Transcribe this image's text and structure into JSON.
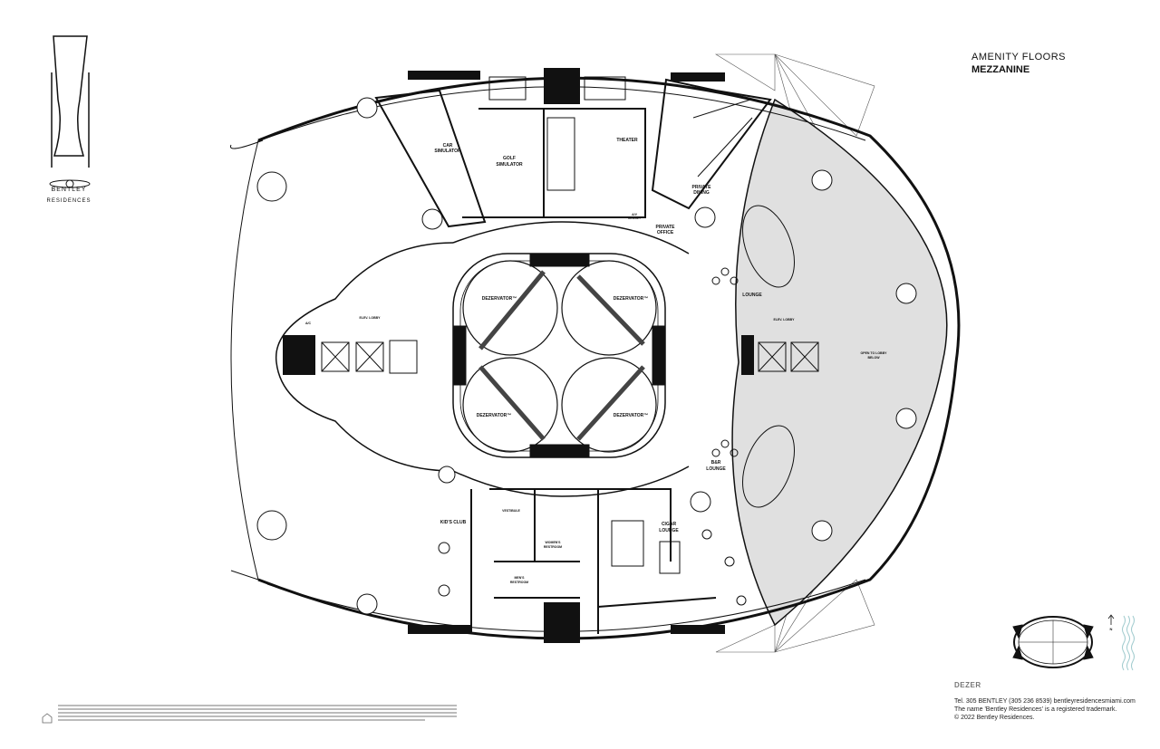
{
  "header": {
    "section": "AMENITY FLOORS",
    "floor": "MEZZANINE"
  },
  "brand": {
    "name": "BENTLEY",
    "sub": "RESIDENCES"
  },
  "rooms": {
    "car_simulator": [
      "CAR",
      "SIMULATOR"
    ],
    "golf_simulator": [
      "GOLF",
      "SIMULATOR"
    ],
    "theater": "THEATER",
    "private_dining": [
      "PRIVATE",
      "DINING"
    ],
    "av_closet": [
      "A/V",
      "CLOSET"
    ],
    "private_office": [
      "PRIVATE",
      "OFFICE"
    ],
    "lounge": "LOUNGE",
    "elev_lobby_right": "ELEV. LOBBY",
    "elev_lobby_left": "ELEV. LOBBY",
    "ac": "A/C",
    "open_to_lobby": [
      "OPEN TO LOBBY",
      "BELOW"
    ],
    "bar_lounge": [
      "B&R",
      "LOUNGE"
    ],
    "cigar_lounge": [
      "CIGAR",
      "LOUNGE"
    ],
    "kids_club": "KID'S CLUB",
    "vestibule": "VESTIBULE",
    "womens_restroom": [
      "WOMEN'S",
      "RESTROOM"
    ],
    "mens_restroom": [
      "MEN'S",
      "RESTROOM"
    ],
    "dezervators": [
      "DEZERVATOR™",
      "DEZERVATOR™",
      "DEZERVATOR™",
      "DEZERVATOR™"
    ]
  },
  "key_plan": {
    "north": "N"
  },
  "footer": {
    "developer": "DEZER",
    "contact": "Tel. 305 BENTLEY (305 236 8539)  bentleyresidencesmiami.com",
    "trademark": "The name 'Bentley Residences' is a registered trademark.",
    "copyright": "© 2022 Bentley Residences."
  },
  "colors": {
    "line": "#111111",
    "open_area": "#e0e0e0",
    "water": "#9cc9cc"
  }
}
